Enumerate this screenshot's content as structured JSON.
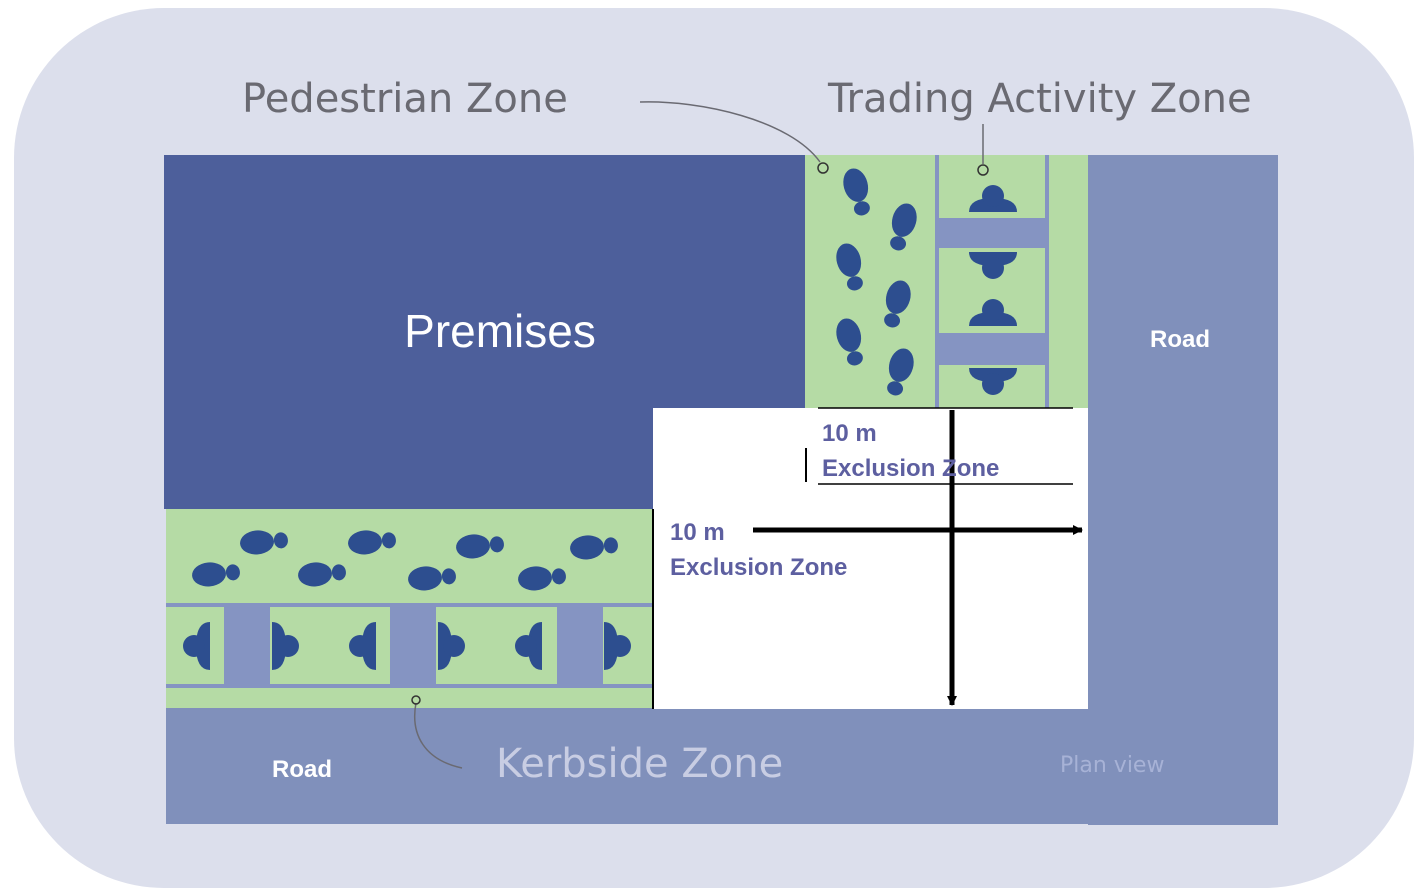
{
  "labels": {
    "pedestrian_zone": "Pedestrian Zone",
    "trading_activity_zone": "Trading Activity Zone",
    "premises": "Premises",
    "road_right": "Road",
    "road_bottom": "Road",
    "kerbside_zone": "Kerbside Zone",
    "plan_view": "Plan view"
  },
  "exclusion_top": {
    "distance": "10 m",
    "label": "Exclusion Zone"
  },
  "exclusion_left": {
    "distance": "10 m",
    "label": "Exclusion Zone"
  },
  "colors": {
    "frame_background": "#dcdfec",
    "premises": "#4d5f9b",
    "road": "#8090bb",
    "zone_green": "#b5dba5",
    "footprint": "#2d4e8f",
    "stall": "#8594c2",
    "exclusion_fill": "#ffffff",
    "exclusion_text": "#5d5fa0",
    "callout_text": "#6a6a72"
  },
  "icons": {
    "footprint": "footprint-icon",
    "person": "person-icon",
    "stall": "stall-table-icon",
    "arrow": "arrow-icon"
  }
}
